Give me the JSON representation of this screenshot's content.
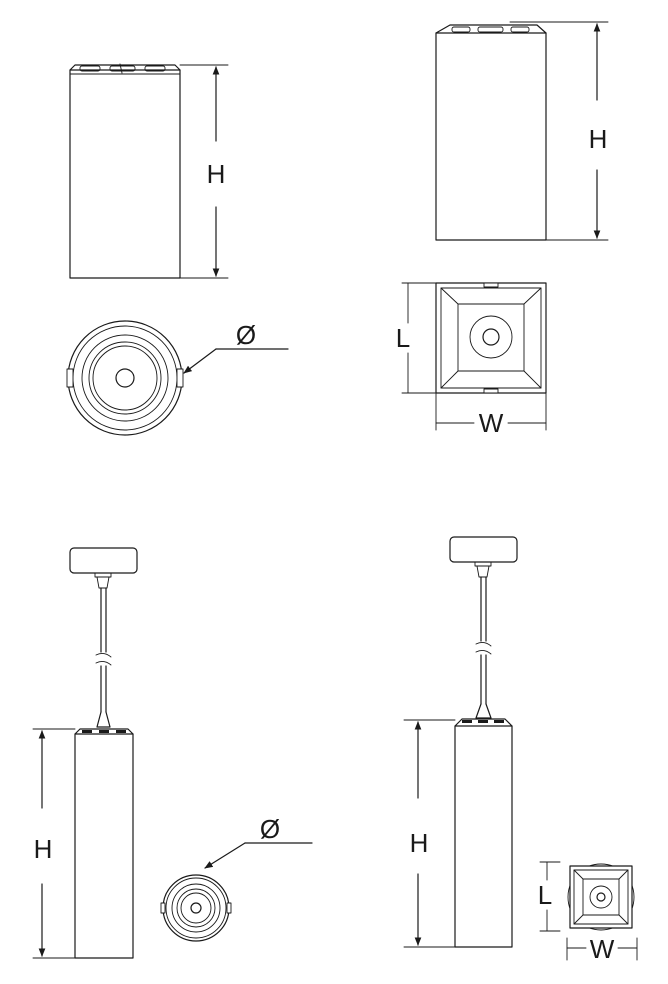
{
  "figures": {
    "round_surface": {
      "height_label": "H",
      "diameter_label": "Ø"
    },
    "square_surface": {
      "height_label": "H",
      "length_label": "L",
      "width_label": "W"
    },
    "round_pendant": {
      "height_label": "H",
      "diameter_label": "Ø"
    },
    "square_pendant": {
      "height_label": "H",
      "length_label": "L",
      "width_label": "W"
    }
  },
  "colors": {
    "line": "#1a1a1a",
    "background": "#ffffff"
  }
}
